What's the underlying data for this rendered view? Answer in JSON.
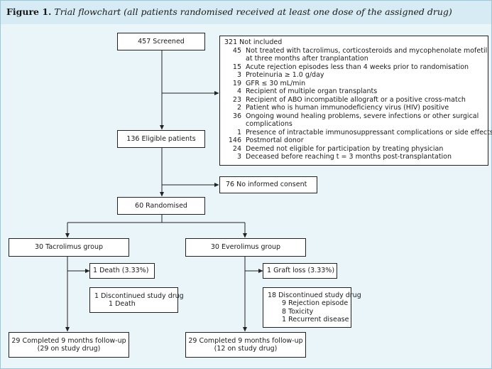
{
  "figure": {
    "label": "Figure 1.",
    "caption": "Trial flowchart (all patients randomised received at least one dose of the assigned drug)"
  },
  "screened": "457 Screened",
  "not_included": {
    "header": "321 Not included",
    "reasons": [
      {
        "n": "45",
        "text": "Not treated with tacrolimus, corticosteroids and mycophenolate mofetil"
      },
      {
        "n": "",
        "text": "at three months after tranplantation"
      },
      {
        "n": "15",
        "text": "Acute rejection episodes less than 4 weeks prior to randomisation"
      },
      {
        "n": "3",
        "text": "Proteinuria ≥ 1.0 g/day"
      },
      {
        "n": "19",
        "text": "GFR ≤ 30 mL/min"
      },
      {
        "n": "4",
        "text": "Recipient of multiple organ transplants"
      },
      {
        "n": "23",
        "text": "Recipient of ABO incompatible allograft or a positive cross-match"
      },
      {
        "n": "2",
        "text": "Patient who is human immunodeficiency virus (HIV) positive"
      },
      {
        "n": "36",
        "text": "Ongoing wound healing problems, severe infections or other surgical"
      },
      {
        "n": "",
        "text": "complications"
      },
      {
        "n": "1",
        "text": "Presence of intractable immunosuppressant complications or side effects"
      },
      {
        "n": "146",
        "text": "Postmortal donor"
      },
      {
        "n": "24",
        "text": "Deemed not eligible for participation by treating physician"
      },
      {
        "n": "3",
        "text": "Deceased before reaching t = 3 months post-transplantation"
      }
    ]
  },
  "eligible": "136 Eligible patients",
  "no_consent": "76 No informed consent",
  "randomised": "60 Randomised",
  "tacrolimus": {
    "group": "30 Tacrolimus group",
    "event": "1 Death (3.33%)",
    "discontinued": [
      "1 Discontinued study drug",
      "1 Death"
    ],
    "completed": [
      "29 Completed 9 months follow-up",
      "(29 on study drug)"
    ]
  },
  "everolimus": {
    "group": "30 Everolimus group",
    "event": "1 Graft loss (3.33%)",
    "discontinued": [
      "18 Discontinued study drug",
      "9 Rejection episode",
      "8 Toxicity",
      "1 Recurrent disease"
    ],
    "completed": [
      "29 Completed 9 months follow-up",
      "(12 on study drug)"
    ]
  }
}
